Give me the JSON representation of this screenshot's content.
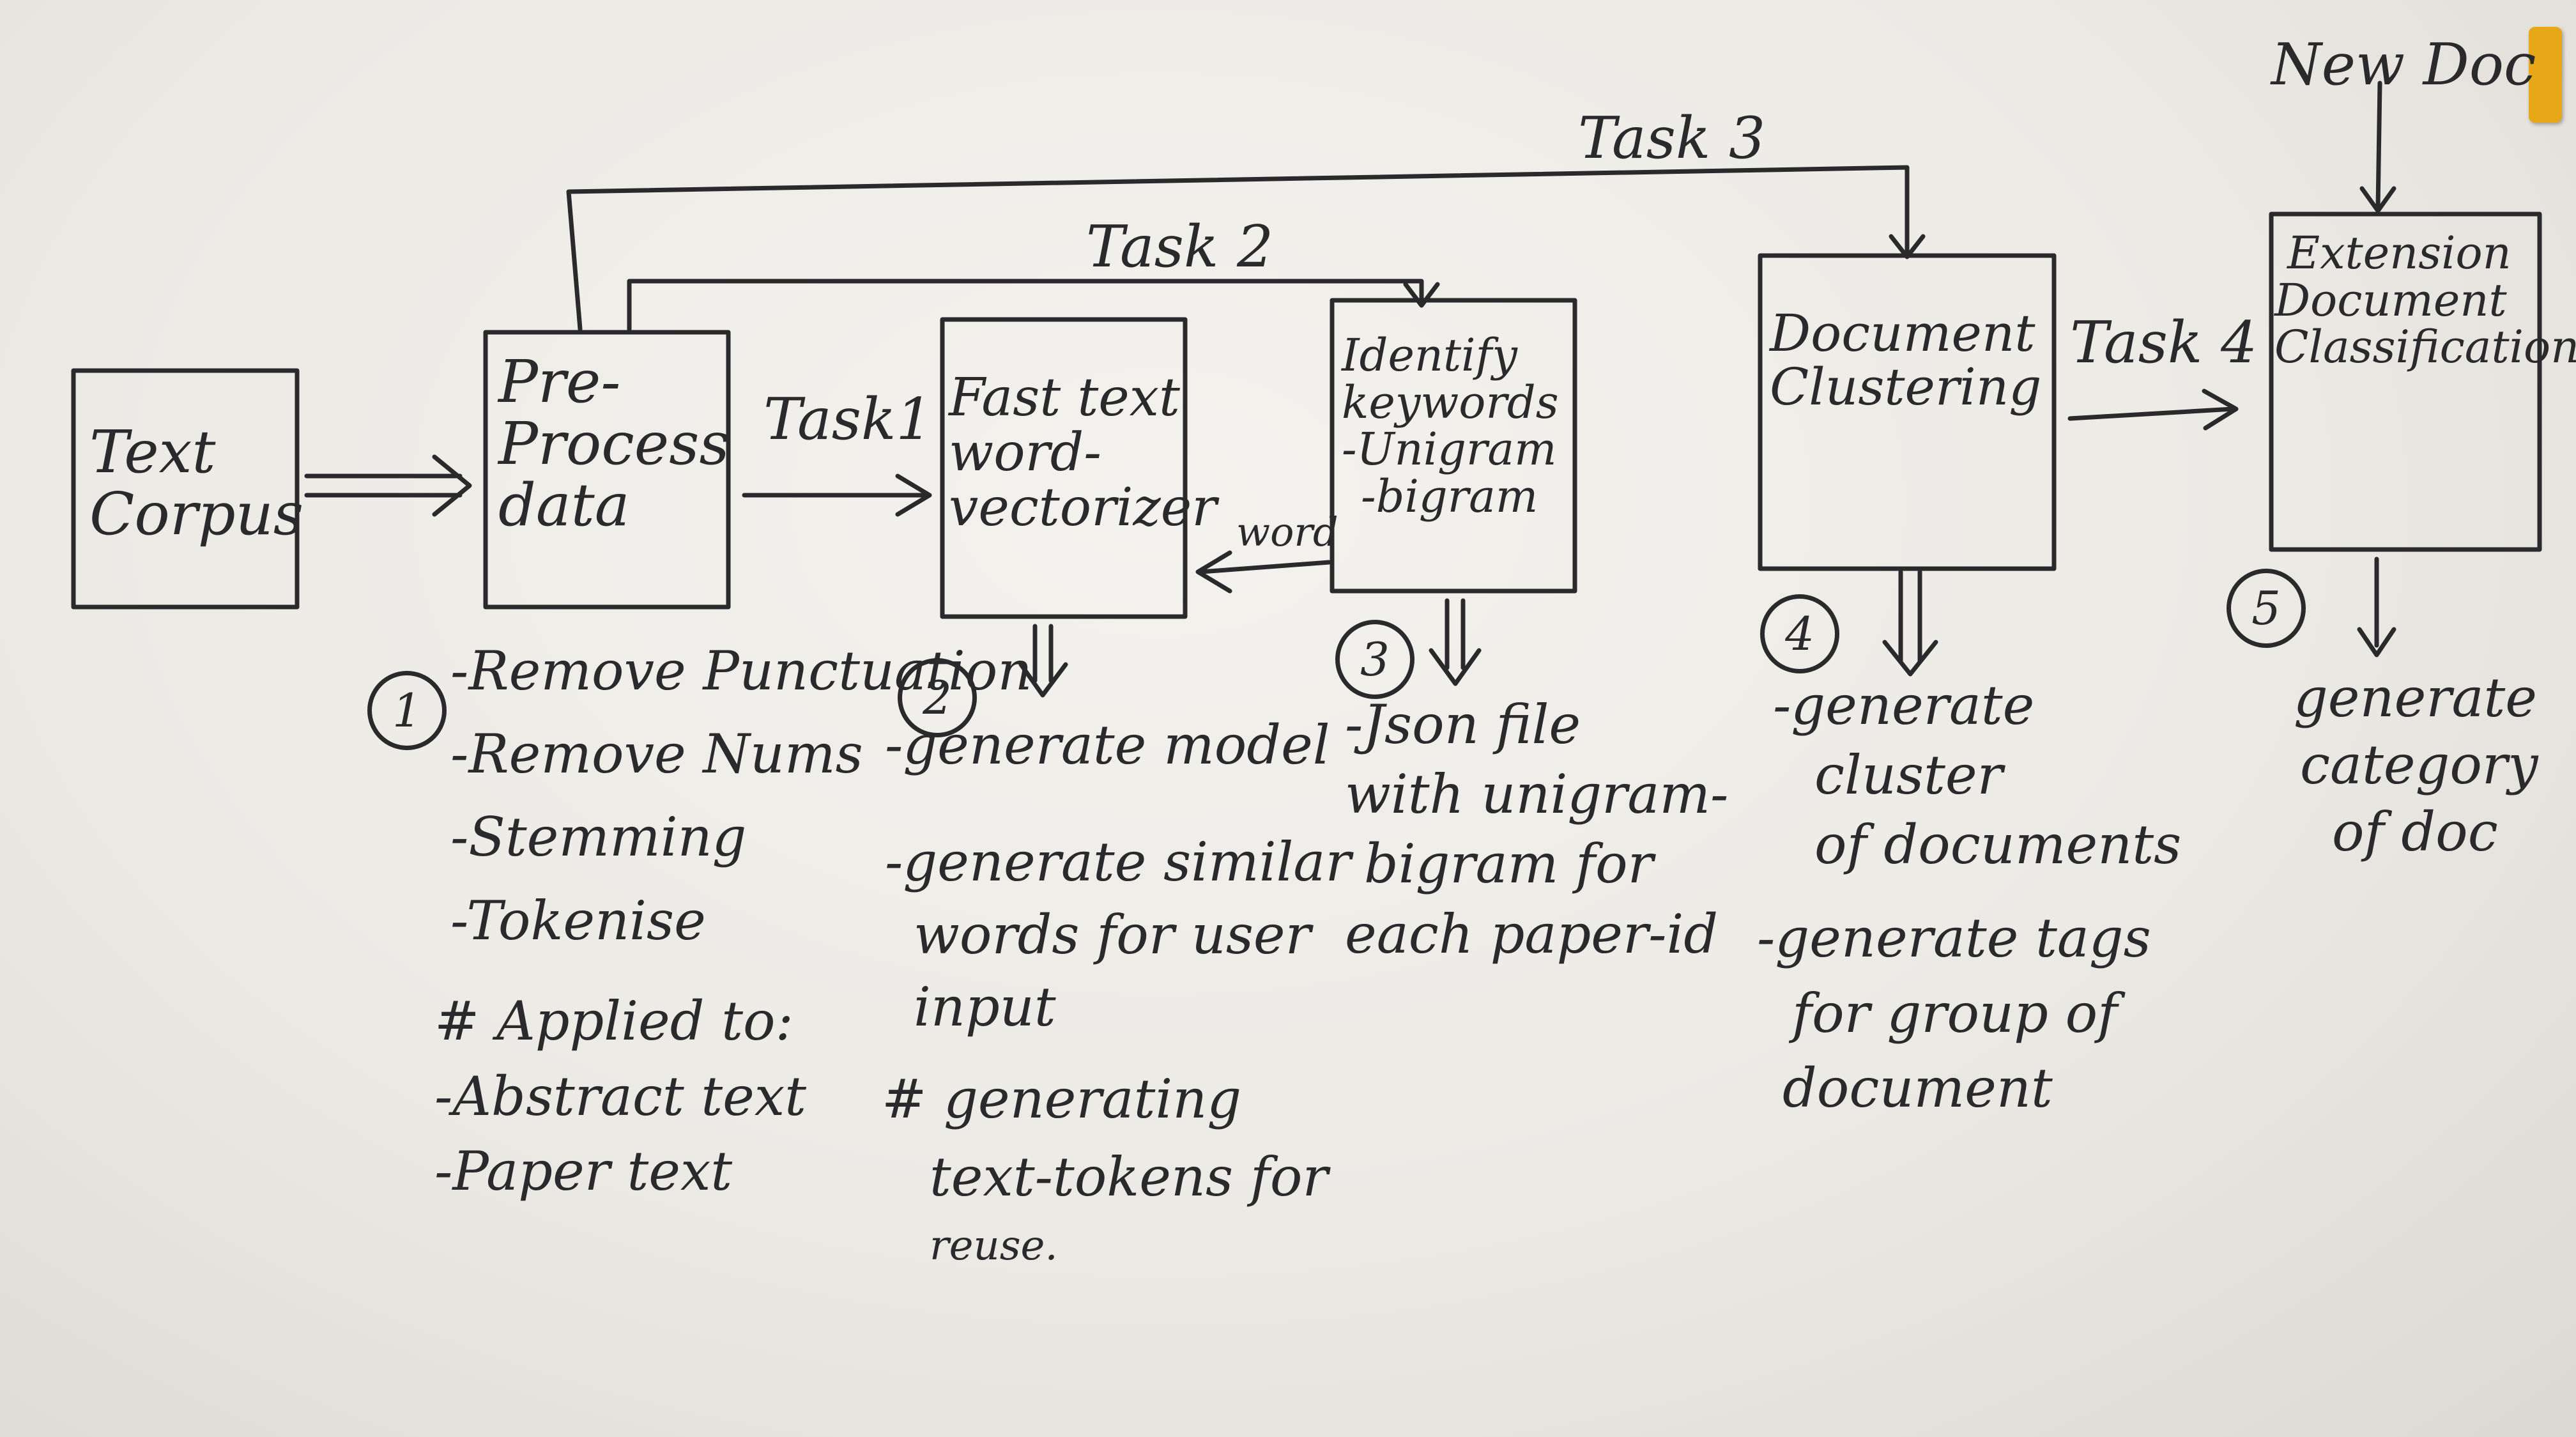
{
  "colors": {
    "ink": "#2a2a2c",
    "board": "#eceae5",
    "magnet": "#e6a817"
  },
  "boxes": {
    "text_corpus": [
      "Text",
      "Corpus"
    ],
    "preprocess": [
      "Pre-",
      "Process",
      "data"
    ],
    "fasttext": [
      "Fast text",
      "word-",
      "vectorizer"
    ],
    "identify": [
      "Identify",
      "keywords",
      "-Unigram",
      "-bigram"
    ],
    "clustering": [
      "Document",
      "Clustering"
    ],
    "classification": [
      "Extension",
      "Document",
      "Classification"
    ]
  },
  "tasks": {
    "task1": "Task1",
    "task2": "Task 2",
    "task3": "Task 3",
    "task4": "Task 4"
  },
  "arrow_labels": {
    "word": "word",
    "new_doc": "New Doc"
  },
  "step_numbers": [
    "1",
    "2",
    "3",
    "4",
    "5"
  ],
  "notes": {
    "step1": [
      "-Remove Punctuation",
      "-Remove Nums",
      "-Stemming",
      "-Tokenise"
    ],
    "step1_applied": [
      "# Applied to:",
      "-Abstract text",
      "-Paper text"
    ],
    "step2": [
      "-generate model",
      "-generate similar",
      "words for user",
      "input"
    ],
    "step2_hash": [
      "# generating",
      "text-tokens for",
      "reuse."
    ],
    "step3": [
      "-Json file",
      "with unigram-",
      "bigram for",
      "each paper-id"
    ],
    "step4": [
      "-generate",
      "cluster",
      "of documents"
    ],
    "step4_tags": [
      "-generate tags",
      "for group of",
      "document"
    ],
    "step5": [
      "generate",
      "category",
      "of doc"
    ]
  }
}
